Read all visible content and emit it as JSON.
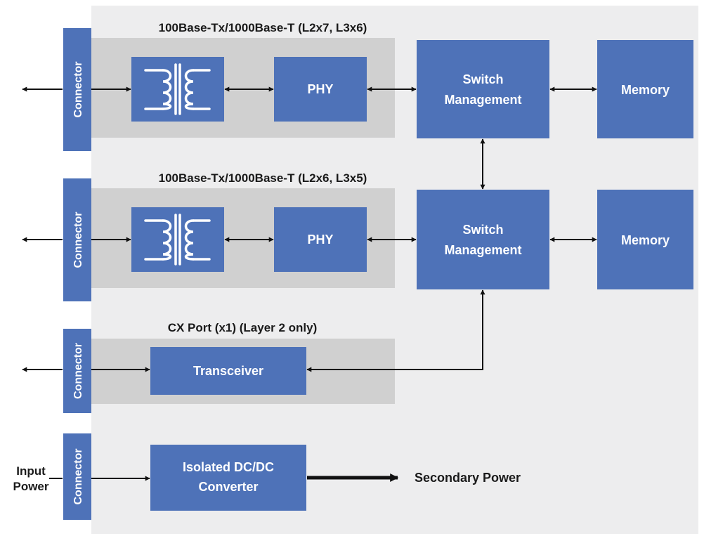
{
  "colors": {
    "panel_bg": "#ededee",
    "group_bg": "#d0d0d0",
    "block_blue": "#4e72b8",
    "block_text": "#ffffff",
    "line": "#111111",
    "label_text": "#1a1a1a"
  },
  "groups": {
    "gigabit_top": {
      "title": "100Base-Tx/1000Base-T (L2x7, L3x6)"
    },
    "gigabit_bottom": {
      "title": "100Base-Tx/1000Base-T (L2x6, L3x5)"
    },
    "cx_port": {
      "title": "CX Port (x1) (Layer 2 only)"
    }
  },
  "connectors": {
    "label": "Connector"
  },
  "blocks": {
    "phy_label": "PHY",
    "switch_line1": "Switch",
    "switch_line2": "Management",
    "memory_label": "Memory",
    "transceiver_label": "Transceiver",
    "dcdc_line1": "Isolated DC/DC",
    "dcdc_line2": "Converter"
  },
  "icons": {
    "transformer": "transformer-icon"
  },
  "labels": {
    "input_power_line1": "Input",
    "input_power_line2": "Power",
    "secondary_power": "Secondary Power"
  }
}
